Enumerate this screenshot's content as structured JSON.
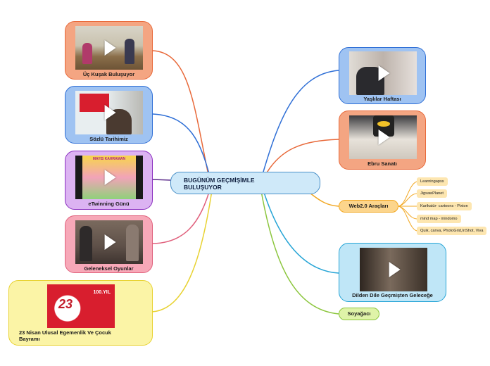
{
  "center": {
    "title": "BUGÜNÜM GEÇMİŞİMLE\nBULUŞUYOR"
  },
  "left_nodes": [
    {
      "label": "Üç Kuşak Buluşuyor",
      "color": "#f4a582",
      "border": "#e8693a"
    },
    {
      "label": "Sözlü Tarihimiz",
      "color": "#9fc3f2",
      "border": "#2f6fd6"
    },
    {
      "label": "eTwinning Günü",
      "color": "#dcb3f2",
      "border": "#8a2fc0"
    },
    {
      "label": "Geleneksel Oyunlar",
      "color": "#f7a8b8",
      "border": "#e0607c"
    },
    {
      "label": "23 Nisan Ulusal Egemenlik Ve Çocuk Bayramı",
      "color": "#fbf4a6",
      "border": "#e8d232"
    }
  ],
  "right_nodes": [
    {
      "label": "Yaşlılar Haftası",
      "color": "#9fc3f2",
      "border": "#2f6fd6"
    },
    {
      "label": "Ebru Sanatı",
      "color": "#f4a582",
      "border": "#e8693a"
    },
    {
      "label": "Web2.0 Araçları",
      "color": "#fcd58c",
      "border": "#f2a823"
    },
    {
      "label": "Dilden Dile Geçmişten Geleceğe",
      "color": "#bfe6f7",
      "border": "#27a5d6"
    },
    {
      "label": "Soyağacı",
      "color": "#dff3a8",
      "border": "#8cc63e"
    }
  ],
  "web_tools": [
    "Learningapss",
    "JigsawPlanet",
    "Karikatür- cartoons - Pixton",
    "mind map - mindomo",
    "Quik, canva, PhotoGrid,InShot, Viva"
  ],
  "thumbnails": {
    "etwinning_banner": "MAYIS KAHRAMAN",
    "nisan_number": "23",
    "nisan_year": "100.YIL"
  },
  "colors": {
    "background": "#ffffff",
    "center_fill": "#cfe9f9",
    "center_border": "#4a90c8",
    "link_orange": "#e8693a",
    "link_blue": "#2f6fd6",
    "link_purple": "#5a2a8a",
    "link_pink": "#e0607c",
    "link_yellow": "#e8d232",
    "link_cyan": "#27a5d6",
    "link_green": "#8cc63e",
    "link_web": "#f2a823"
  },
  "icons": [
    "play-icon"
  ]
}
